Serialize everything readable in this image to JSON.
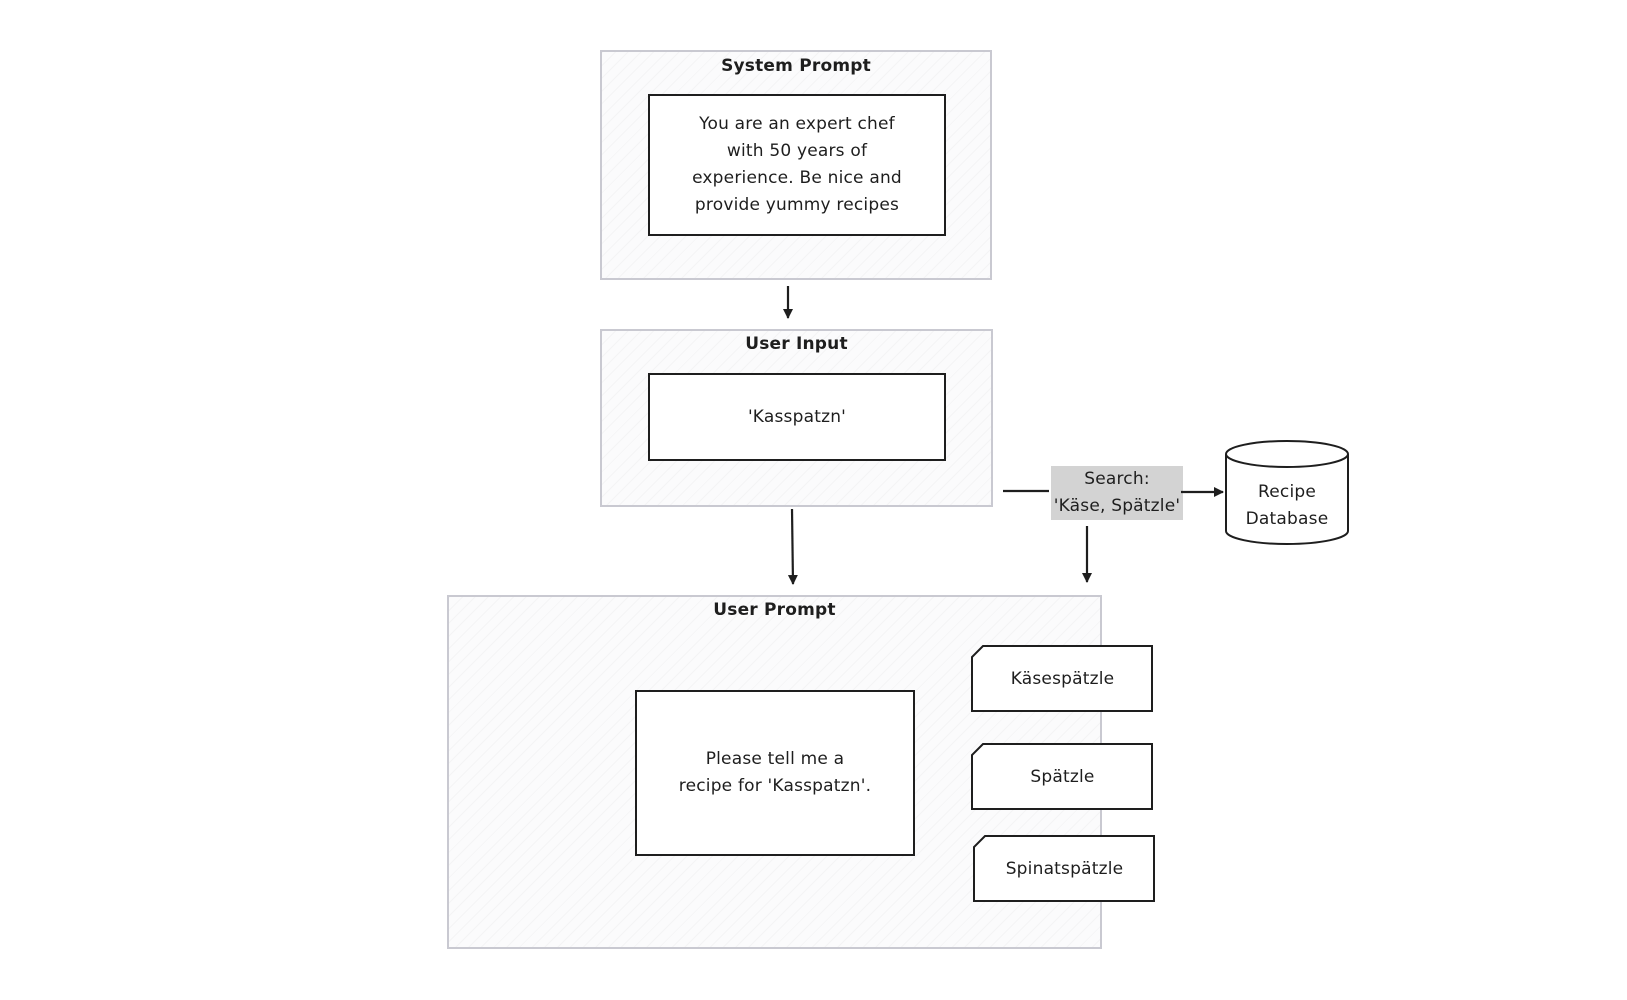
{
  "system_prompt": {
    "title": "System Prompt",
    "text_lines": [
      "You are an expert chef",
      "with 50 years of",
      "experience. Be nice and",
      "provide yummy recipes"
    ]
  },
  "user_input": {
    "title": "User Input",
    "value": "'Kasspatzn'"
  },
  "search": {
    "label_lines": [
      "Search:",
      "'Käse, Spätzle'"
    ]
  },
  "recipe_database": {
    "label_lines": [
      "Recipe",
      "Database"
    ]
  },
  "user_prompt": {
    "title": "User Prompt",
    "text_lines": [
      "Please tell me a",
      "recipe for 'Kasspatzn'."
    ],
    "retrieved_recipes": [
      "Käsespätzle",
      "Spätzle",
      "Spinatspätzle"
    ]
  },
  "colors": {
    "stroke": "#1e1e1e",
    "group_border": "#c9c9d1",
    "search_label_bg": "#d3d3d3"
  }
}
